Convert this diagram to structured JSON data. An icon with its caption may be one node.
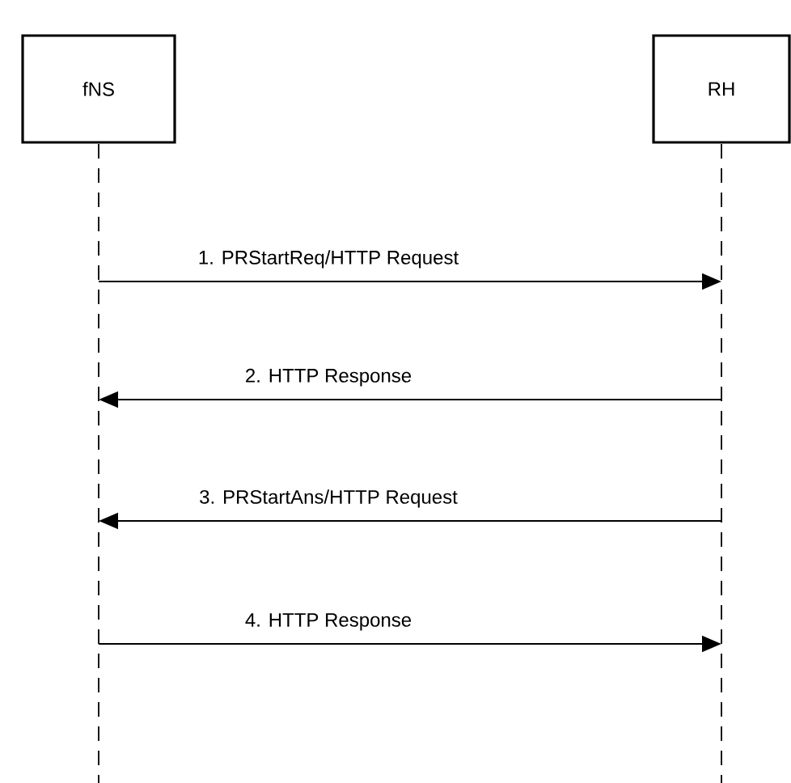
{
  "diagram": {
    "nodes": [
      {
        "text": [
          "fNS"
        ]
      },
      {
        "text": [
          "RH"
        ]
      },
      {
        "text": [],
        "shape": "lifeline"
      },
      {
        "text": [],
        "shape": "lifeline"
      }
    ],
    "edges": [
      {
        "from": 2,
        "to": 3,
        "arrow": "to",
        "label": "1. PRStartReq/HTTP Request"
      },
      {
        "from": 3,
        "to": 2,
        "arrow": "to",
        "label": "2. HTTP Response"
      },
      {
        "from": 3,
        "to": 2,
        "arrow": "to",
        "label": "3. PRStartAns/HTTP Request"
      },
      {
        "from": 2,
        "to": 3,
        "arrow": "to",
        "label": "4. HTTP Response"
      }
    ]
  }
}
